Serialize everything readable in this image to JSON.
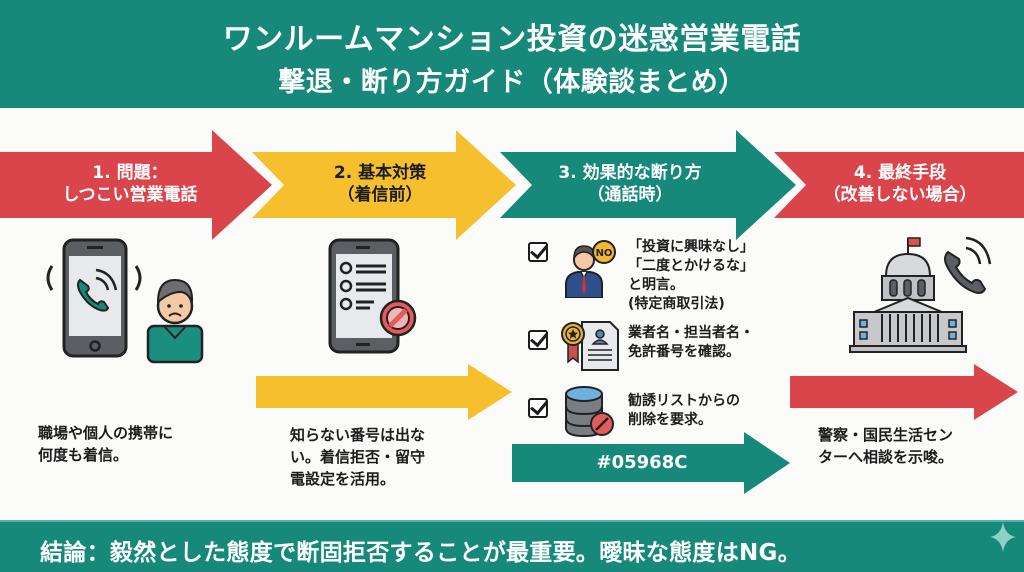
{
  "header": {
    "title_line1": "ワンルームマンション投資の迷惑営業電話",
    "title_line2": "撃退・断り方ガイド（体験談まとめ）"
  },
  "colors": {
    "teal": "#16897b",
    "red": "#d9454a",
    "yellow": "#f5bf2e",
    "background": "#fbfbfa"
  },
  "steps": [
    {
      "label_line1": "1. 問題：",
      "label_line2": "しつこい営業電話",
      "color": "#d9454a",
      "icon": "ringing-phone-and-worried-person-icon",
      "description_line1": "職場や個人の携帯に",
      "description_line2": "何度も着信。"
    },
    {
      "label_line1": "2. 基本対策",
      "label_line2": "（着信前）",
      "color": "#f5bf2e",
      "icon": "phone-settings-block-icon",
      "description_line1": "知らない番号は出な",
      "description_line2": "い。着信拒否・留守",
      "description_line3": "電設定を活用。"
    },
    {
      "label_line1": "3. 効果的な断り方",
      "label_line2": "（通話時）",
      "color": "#16897b",
      "checklist": [
        {
          "icon": "businessman-saying-no-icon",
          "lines": [
            "「投資に興味なし」",
            "「二度とかけるな」",
            "と明言。",
            "(特定商取引法)"
          ]
        },
        {
          "icon": "license-certificate-icon",
          "lines": [
            "業者名・担当者名・",
            "免許番号を確認。"
          ]
        },
        {
          "icon": "database-block-icon",
          "lines": [
            "勧誘リストからの",
            "削除を要求。"
          ]
        }
      ],
      "arrow_text": "#05968C"
    },
    {
      "label_line1": "4. 最終手段",
      "label_line2": "（改善しない場合）",
      "color": "#d9454a",
      "icon": "government-building-phone-icon",
      "description_line1": "警察・国民生活セン",
      "description_line2": "ターへ相談を示唆。"
    }
  ],
  "footer": {
    "conclusion": "結論：毅然とした態度で断固拒否することが最重要。曖昧な態度はNG。"
  }
}
